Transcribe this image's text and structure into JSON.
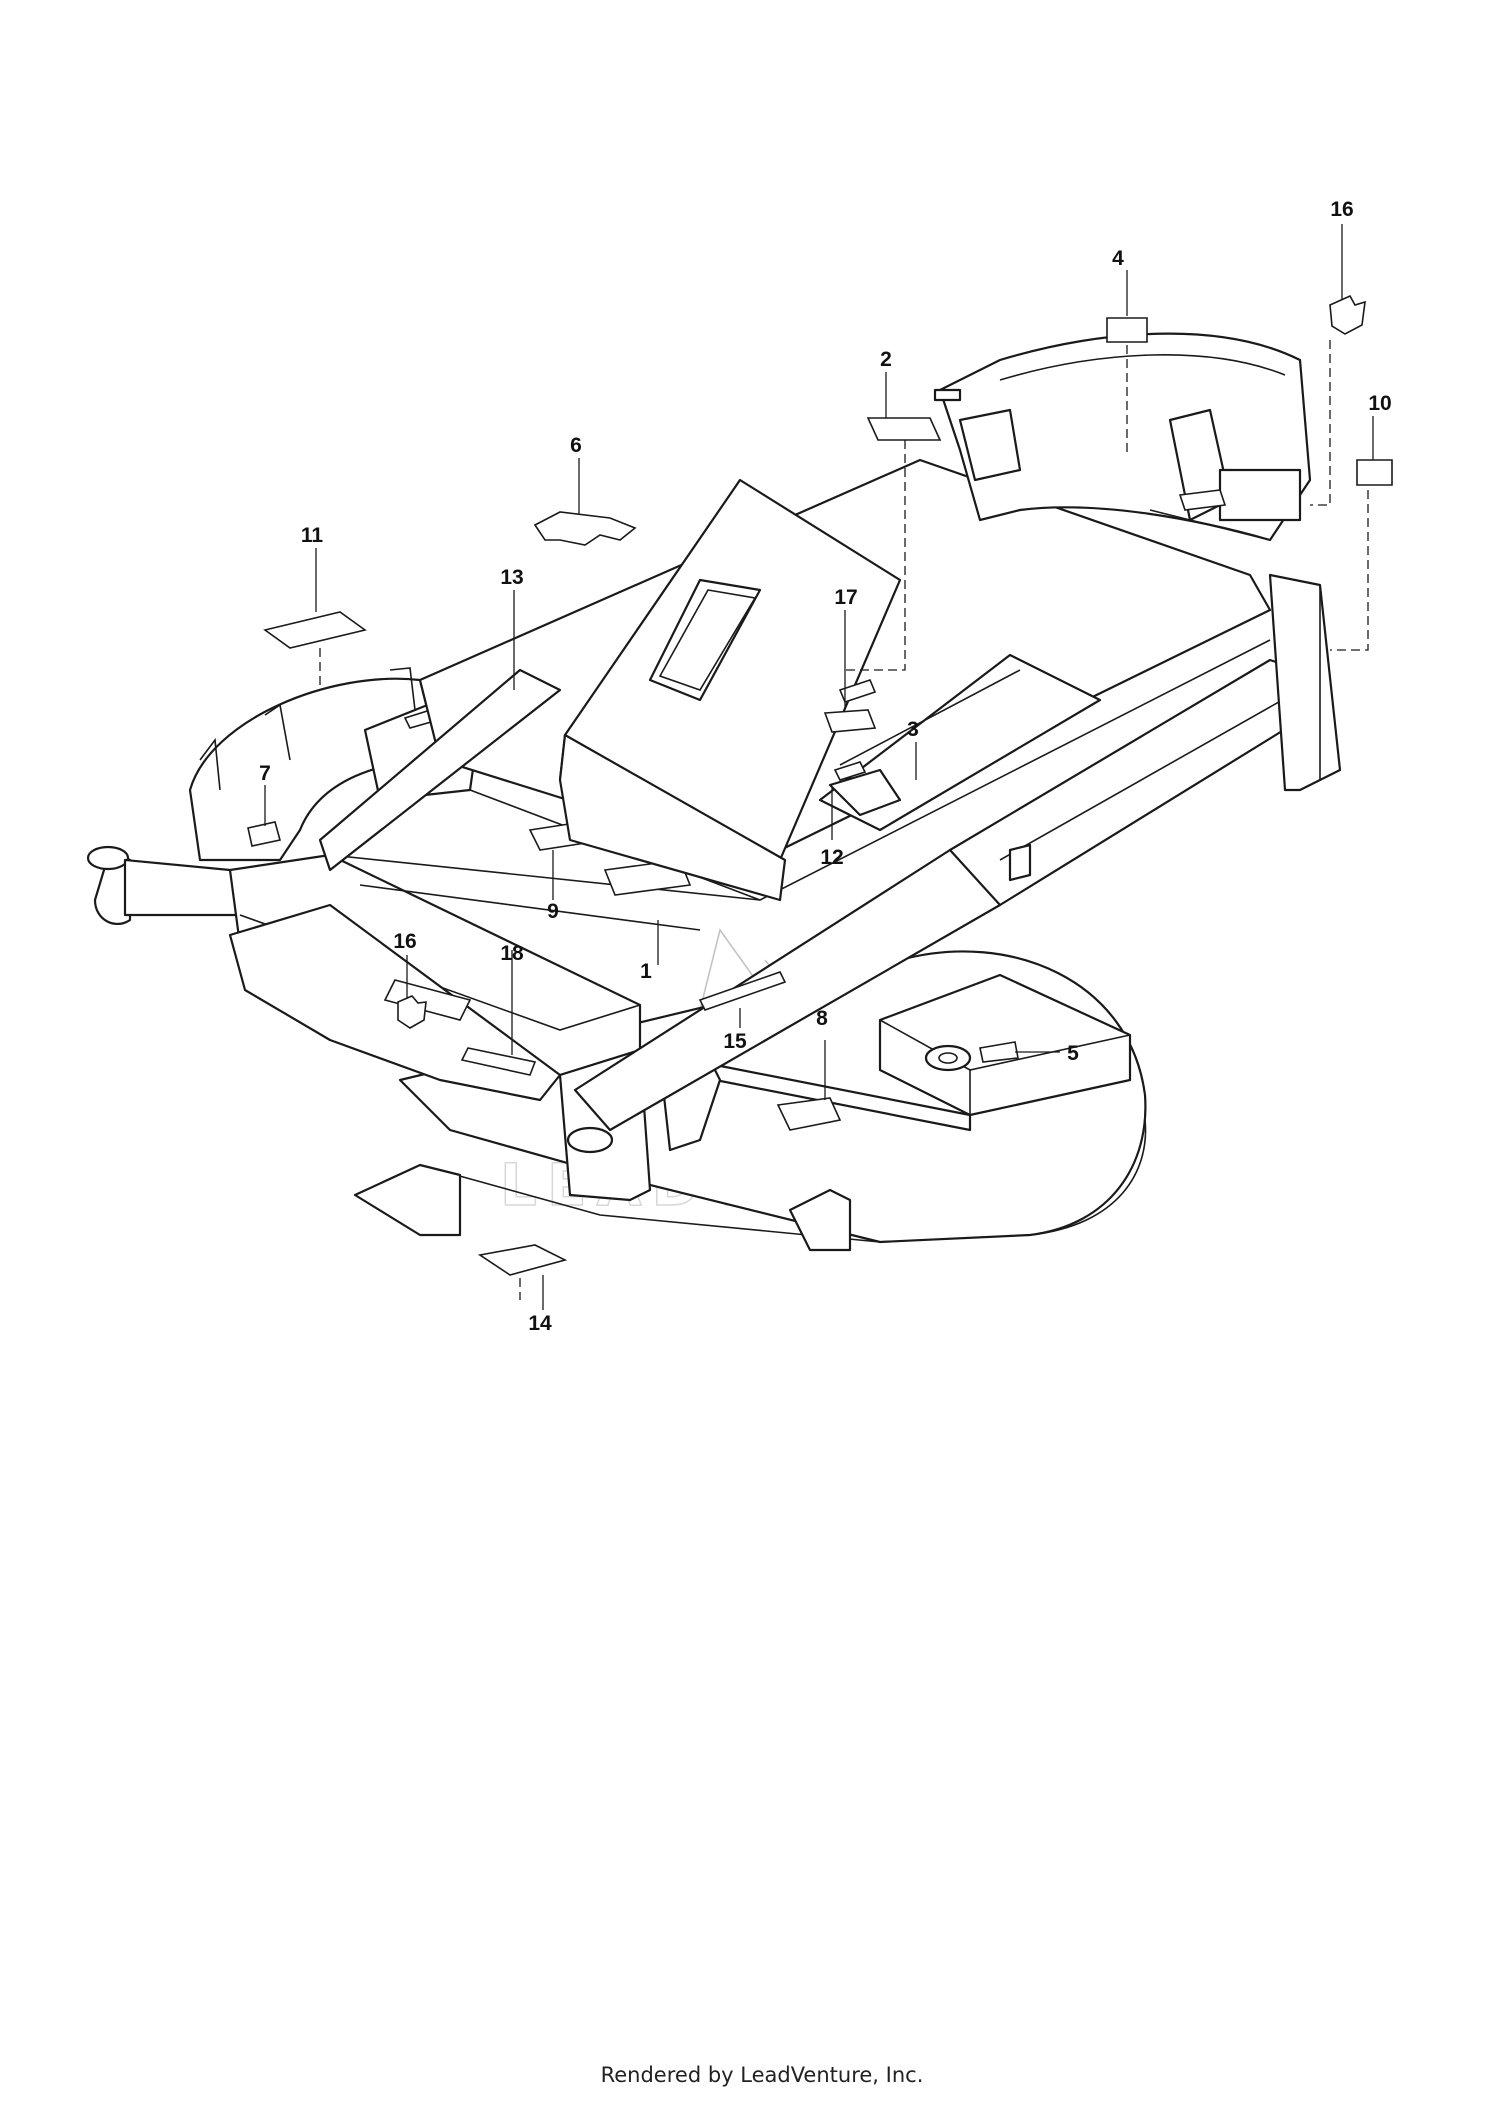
{
  "callouts": [
    "1",
    "2",
    "3",
    "4",
    "5",
    "6",
    "7",
    "8",
    "9",
    "10",
    "11",
    "12",
    "13",
    "14",
    "15",
    "16",
    "16",
    "17",
    "18"
  ],
  "watermark": "LEADVENTURE",
  "footer": "Rendered by LeadVenture, Inc."
}
